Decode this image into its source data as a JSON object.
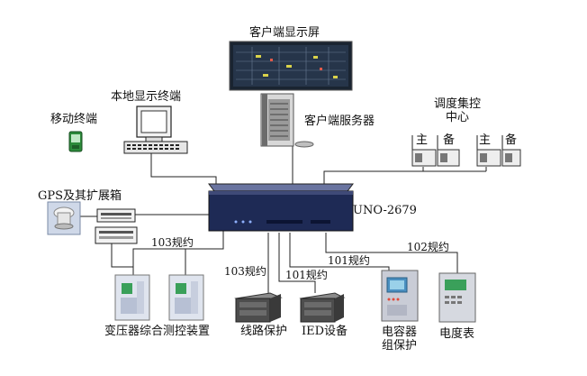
{
  "diagram": {
    "client_display_screen": "客户端显示屏",
    "local_display_terminal": "本地显示终端",
    "mobile_terminal": "移动终端",
    "client_server": "客户端服务器",
    "dispatch_center": "调度集控\n中心",
    "main_label_1": "主",
    "backup_label_1": "备",
    "main_label_2": "主",
    "backup_label_2": "备",
    "gps_box": "GPS及其扩展箱",
    "main_unit": "UNO-2679",
    "protocol_103_left": "103规约",
    "protocol_103_mid": "103规约",
    "protocol_101_a": "101规约",
    "protocol_101_b": "101规约",
    "protocol_102": "102规约",
    "transformer_device": "变压器综合测控装置",
    "line_protection": "线路保护",
    "ied_device": "IED设备",
    "capacitor_protection": "电容器\n组保护",
    "energy_meter": "电度表"
  },
  "colors": {
    "line": "#222222",
    "screen": "#1a2431",
    "main_unit_top": "#3f4a78",
    "main_unit_face": "#1e2a55",
    "rack": "#5a5a5a",
    "relay_body": "#c9ccd6",
    "relay_screen": "#3aa05a",
    "phone": "#2c8a3a"
  }
}
